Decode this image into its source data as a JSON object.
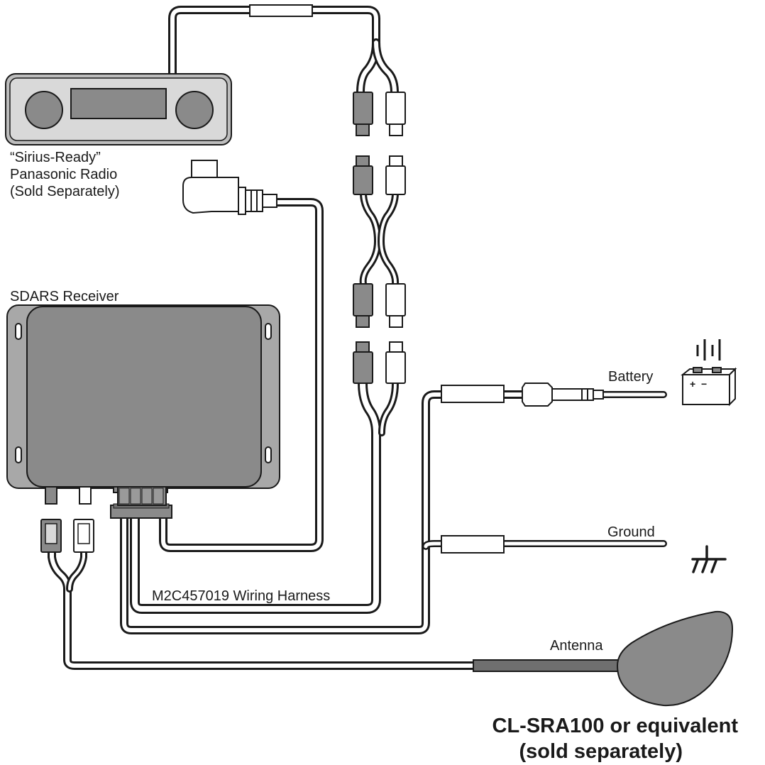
{
  "labels": {
    "radio_line1": "“Sirius-Ready”",
    "radio_line2": "Panasonic Radio",
    "radio_line3": "(Sold Separately)",
    "receiver": "SDARS Receiver",
    "harness": "M2C457019 Wiring Harness",
    "battery": "Battery",
    "ground": "Ground",
    "antenna": "Antenna",
    "antenna_model_line1": "CL-SRA100 or equivalent",
    "antenna_model_line2": "(sold separately)"
  },
  "battery_signs": {
    "plus": "+",
    "minus": "−"
  },
  "icons": [
    "battery-symbol-icon",
    "battery-icon",
    "ground-symbol-icon",
    "antenna-icon"
  ],
  "colors": {
    "dark_gray": "#8a8a8a",
    "mid_gray": "#a8a8a8",
    "light_gray": "#d9d9d9",
    "line": "#1a1a1a",
    "background": "#ffffff"
  }
}
